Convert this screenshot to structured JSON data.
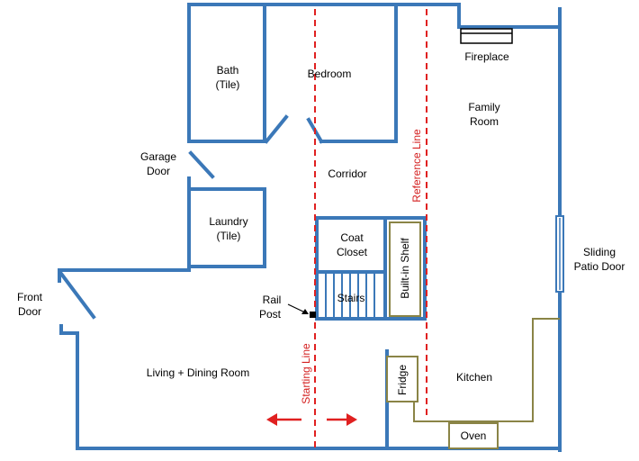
{
  "rooms": {
    "bath": [
      "Bath",
      "(Tile)"
    ],
    "bedroom": "Bedroom",
    "fireplace": "Fireplace",
    "family_room": [
      "Family",
      "Room"
    ],
    "garage_door": [
      "Garage",
      "Door"
    ],
    "corridor": "Corridor",
    "laundry": [
      "Laundry",
      "(Tile)"
    ],
    "coat_closet": [
      "Coat",
      "Closet"
    ],
    "built_in_shelf": "Built-in Shelf",
    "sliding_patio_door": [
      "Sliding",
      "Patio Door"
    ],
    "front_door": [
      "Front",
      "Door"
    ],
    "rail_post": [
      "Rail",
      "Post"
    ],
    "stairs": "Stairs",
    "living_dining": "Living + Dining Room",
    "fridge": "Fridge",
    "kitchen": "Kitchen",
    "oven": "Oven"
  },
  "lines": {
    "reference": "Reference Line",
    "starting": "Starting Line"
  },
  "colors": {
    "walls": "#3b78b8",
    "lines": "#e02020",
    "fixtures": "#8a8446"
  }
}
